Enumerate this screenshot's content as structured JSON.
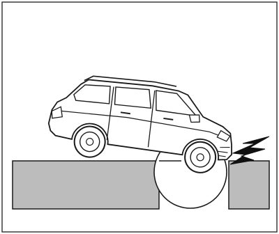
{
  "figure": {
    "name": "vehicle-ground-contact-illustration",
    "colors": {
      "frame": "#3a3a3a",
      "ground_fill": "#bcbcbc",
      "outline": "#1a1a1a",
      "vehicle_fill": "#ffffff",
      "impact_marker": "#111111",
      "zoom_circle_fill": "#ffffff"
    },
    "elements": {
      "vehicle": "suv-side-view",
      "ground": "raised-platform-edge",
      "impact": "impact-star-icon",
      "detail": "zoom-circle-under-front-wheel"
    }
  }
}
